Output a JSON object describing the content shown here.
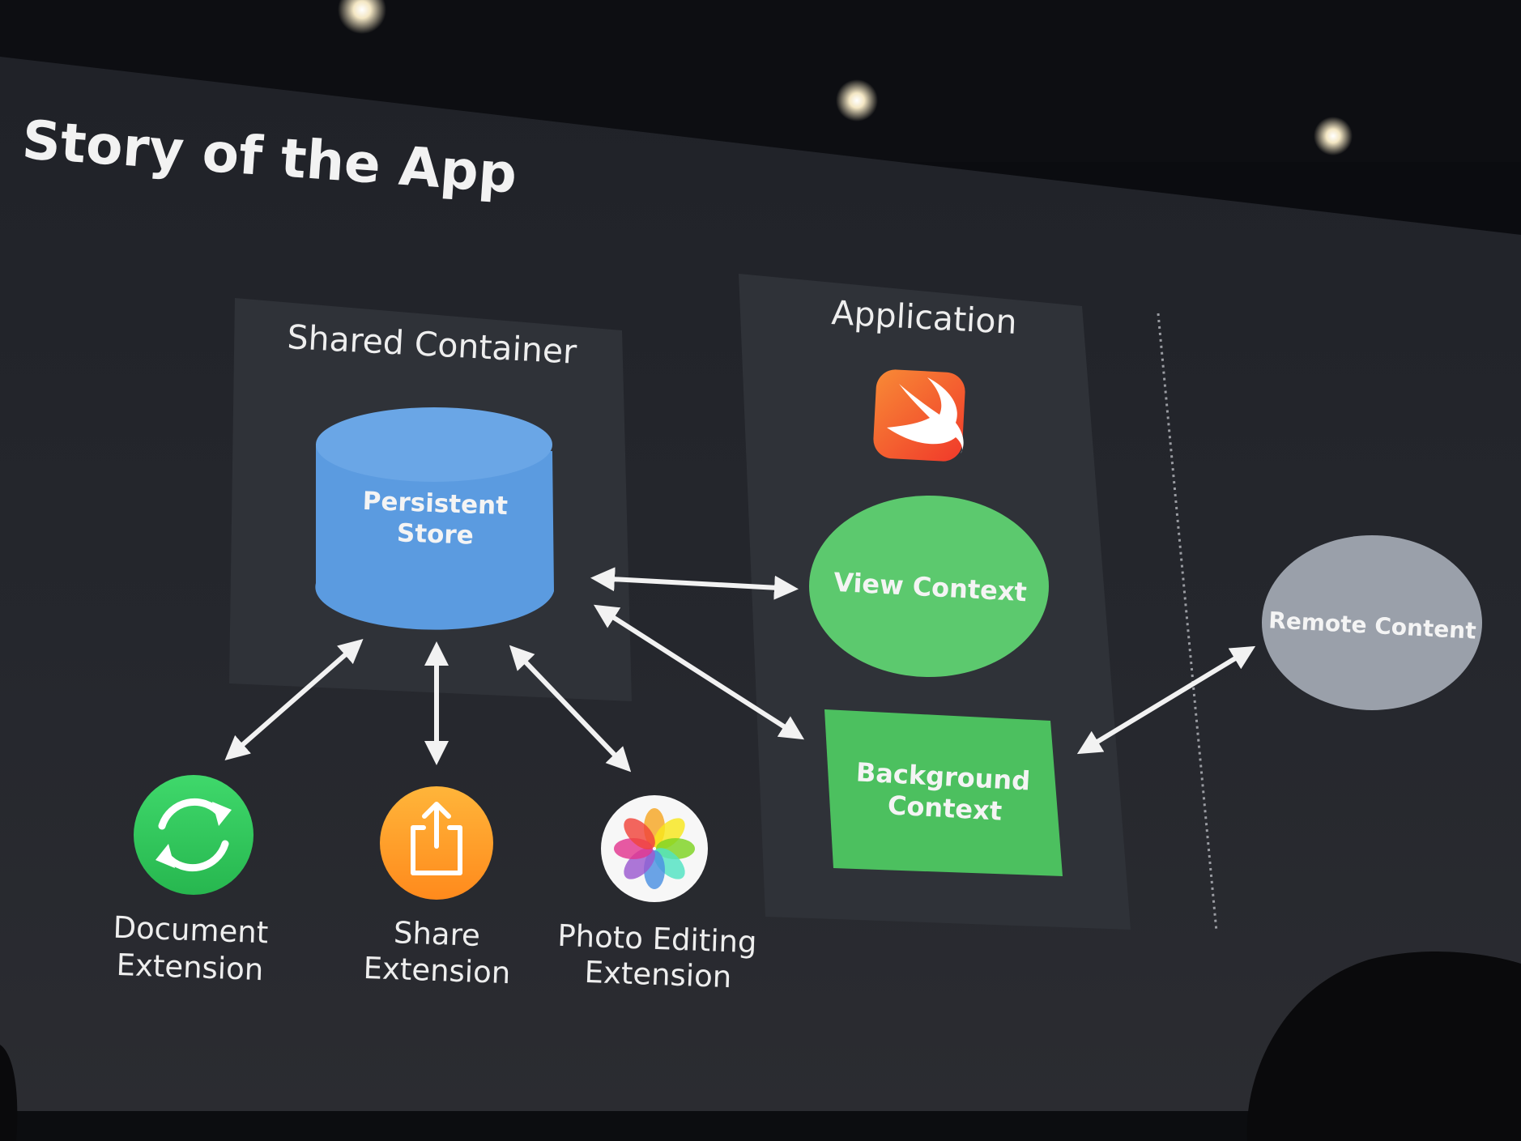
{
  "slide": {
    "title": "Story of the App"
  },
  "shared_container": {
    "title": "Shared Container",
    "store": {
      "line1": "Persistent",
      "line2": "Store",
      "color": "#5b9be0"
    }
  },
  "application": {
    "title": "Application",
    "swift_icon": "swift-logo-icon",
    "view_context": {
      "label": "View Context",
      "color": "#5cc96e"
    },
    "background_context": {
      "line1": "Background",
      "line2": "Context",
      "color": "#4cc05f"
    }
  },
  "remote": {
    "label": "Remote Content",
    "color": "#9aa0aa"
  },
  "extensions": [
    {
      "icon": "sync-arrows-icon",
      "line1": "Document",
      "line2": "Extension",
      "color": "#34c759"
    },
    {
      "icon": "share-icon",
      "line1": "Share",
      "line2": "Extension",
      "color": "#ff9500"
    },
    {
      "icon": "photos-flower-icon",
      "line1": "Photo Editing",
      "line2": "Extension",
      "color": "#ffffff"
    }
  ],
  "connections": [
    {
      "from": "Persistent Store",
      "to": "View Context",
      "direction": "both"
    },
    {
      "from": "Persistent Store",
      "to": "Background Context",
      "direction": "both"
    },
    {
      "from": "Persistent Store",
      "to": "Document Extension",
      "direction": "both"
    },
    {
      "from": "Persistent Store",
      "to": "Share Extension",
      "direction": "both"
    },
    {
      "from": "Persistent Store",
      "to": "Photo Editing Extension",
      "direction": "both"
    },
    {
      "from": "Background Context",
      "to": "Remote Content",
      "direction": "both"
    }
  ]
}
